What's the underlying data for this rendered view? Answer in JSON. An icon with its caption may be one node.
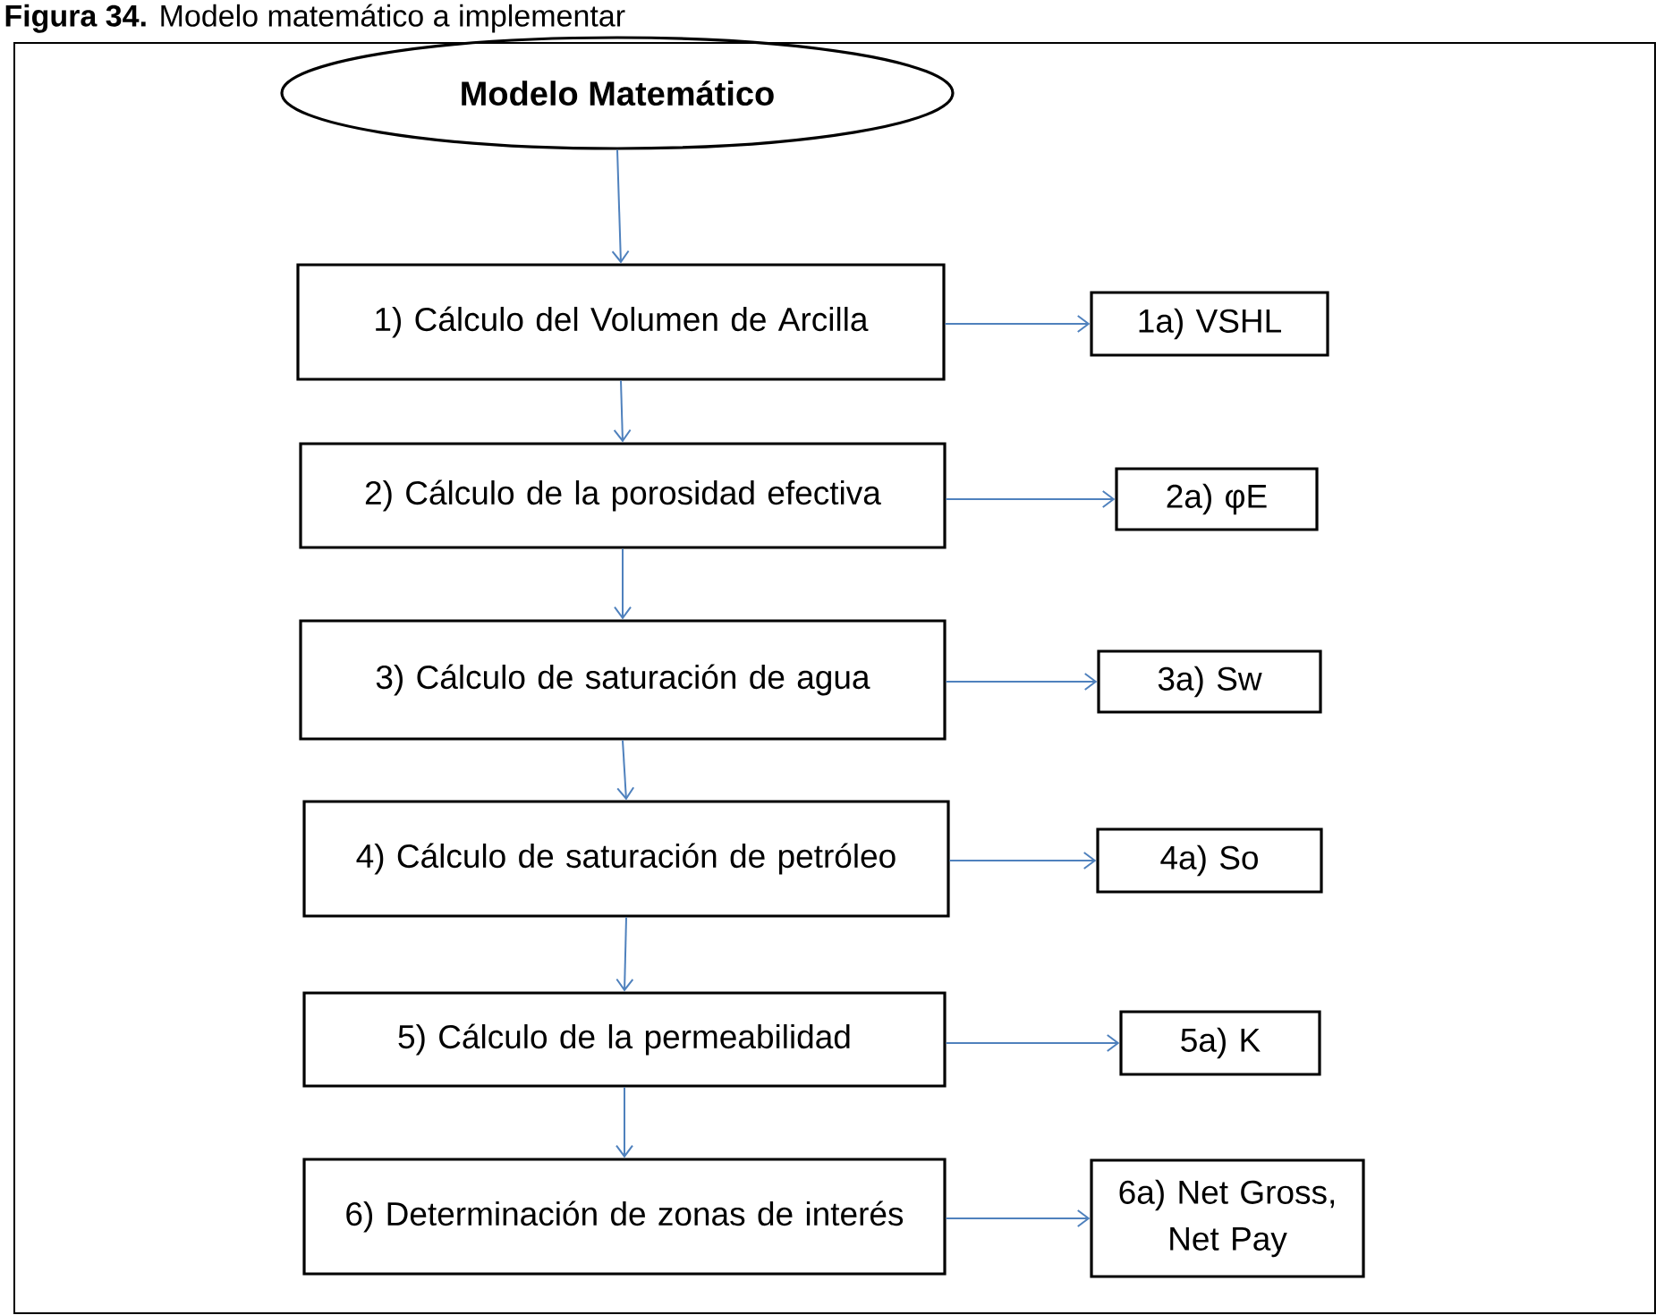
{
  "diagram": {
    "title": "**Figura 34.** Modelo matemático a implementar",
    "nodes": [
      {
        "text": [
          "Modelo Matemático"
        ]
      },
      {
        "text": [
          "1) Cálculo del Volumen de Arcilla"
        ]
      },
      {
        "text": [
          "1a) VSHL"
        ]
      },
      {
        "text": [
          "2) Cálculo de la porosidad efectiva"
        ]
      },
      {
        "text": [
          "2a) φE"
        ]
      },
      {
        "text": [
          "3) Cálculo de saturación de agua"
        ]
      },
      {
        "text": [
          "3a) Sw"
        ]
      },
      {
        "text": [
          "4) Cálculo de saturación de petróleo"
        ]
      },
      {
        "text": [
          "4a) So"
        ]
      },
      {
        "text": [
          "5) Cálculo de la permeabilidad"
        ]
      },
      {
        "text": [
          "5a) K"
        ]
      },
      {
        "text": [
          "6) Determinación de zonas de interés"
        ]
      },
      {
        "text": [
          "6a) Net Gross, Net Pay"
        ]
      }
    ],
    "edges": [
      {
        "from": 0,
        "to": 1,
        "arrow": "to"
      },
      {
        "from": 1,
        "to": 2,
        "arrow": "to"
      },
      {
        "from": 1,
        "to": 3,
        "arrow": "to"
      },
      {
        "from": 3,
        "to": 4,
        "arrow": "to"
      },
      {
        "from": 3,
        "to": 5,
        "arrow": "to"
      },
      {
        "from": 5,
        "to": 6,
        "arrow": "to"
      },
      {
        "from": 5,
        "to": 7,
        "arrow": "to"
      },
      {
        "from": 7,
        "to": 8,
        "arrow": "to"
      },
      {
        "from": 7,
        "to": 9,
        "arrow": "to"
      },
      {
        "from": 9,
        "to": 10,
        "arrow": "to"
      },
      {
        "from": 9,
        "to": 11,
        "arrow": "to"
      },
      {
        "from": 11,
        "to": 12,
        "arrow": "to"
      }
    ]
  }
}
